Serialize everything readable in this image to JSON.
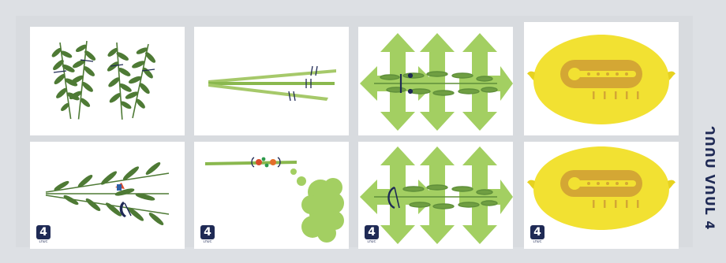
{
  "side_label": "ᒉᑎᑎᑌ ᐯᑎᑌᒪ 4",
  "colors": {
    "background": "#dde0e4",
    "panel": "#ffffff",
    "leaf_dark": "#4e7a35",
    "leaf_light": "#a6c96a",
    "arrow": "#9cc455",
    "lemon": "#f2e132",
    "navy": "#1f2a55"
  },
  "panels": [
    {
      "id": "r1c1",
      "icon": "four-herb-sprigs-icon"
    },
    {
      "id": "r1c2",
      "icon": "three-stalks-icon"
    },
    {
      "id": "r1c3",
      "icon": "green-arrows-branch-icon"
    },
    {
      "id": "r1c4",
      "icon": "lemon-thermometer-icon"
    },
    {
      "id": "r2c1",
      "icon": "bundled-branches-icon",
      "badge": "4",
      "badge_sub": "ᒪᑎᑌᑕ"
    },
    {
      "id": "r2c2",
      "icon": "stalk-cloud-icon",
      "badge": "4",
      "badge_sub": "ᒪᑎᑌᑕ"
    },
    {
      "id": "r2c3",
      "icon": "arrows-branch-ring-icon",
      "badge": "4",
      "badge_sub": "ᒪᑎᑌᑕ"
    },
    {
      "id": "r2c4",
      "icon": "lemon-thermometer-icon",
      "badge": "4",
      "badge_sub": "ᒪᑎᑌᑕ"
    }
  ]
}
